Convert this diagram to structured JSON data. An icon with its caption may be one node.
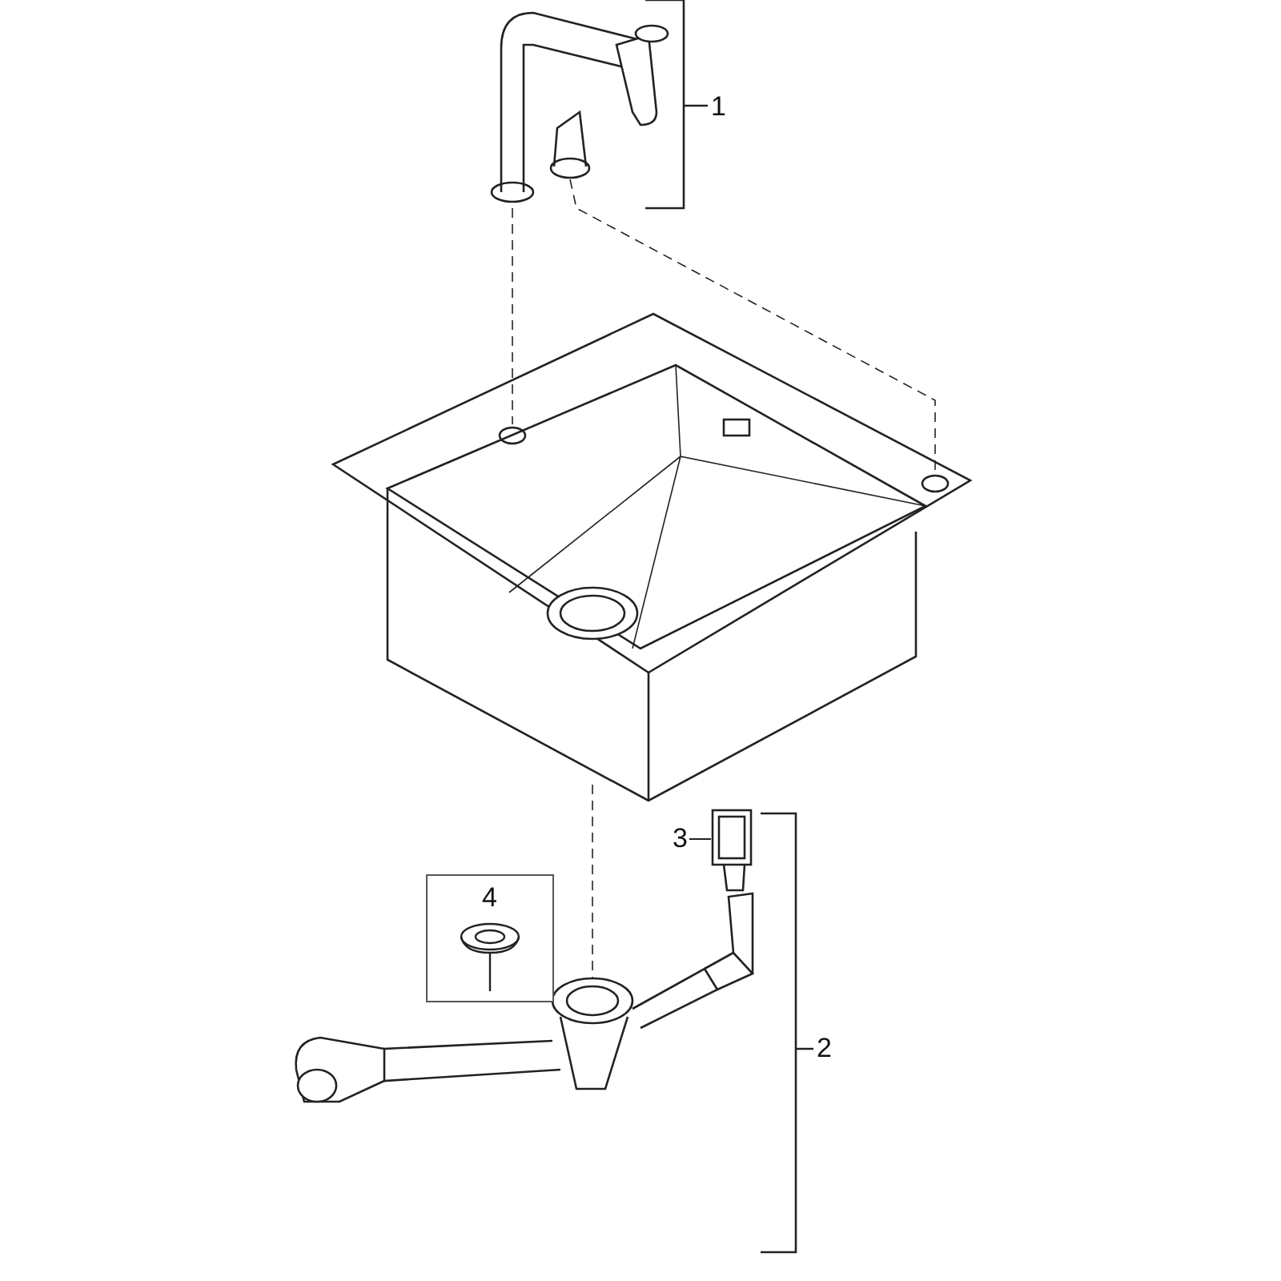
{
  "diagram": {
    "nodes": [
      {
        "text": [
          "3"
        ]
      },
      {
        "text": [],
        "shape": "picture"
      },
      {
        "text": [
          "4"
        ]
      }
    ],
    "edges": [
      {
        "from": 0,
        "to": 1,
        "arrow": "none"
      }
    ],
    "labels": [
      "1",
      "2"
    ]
  }
}
